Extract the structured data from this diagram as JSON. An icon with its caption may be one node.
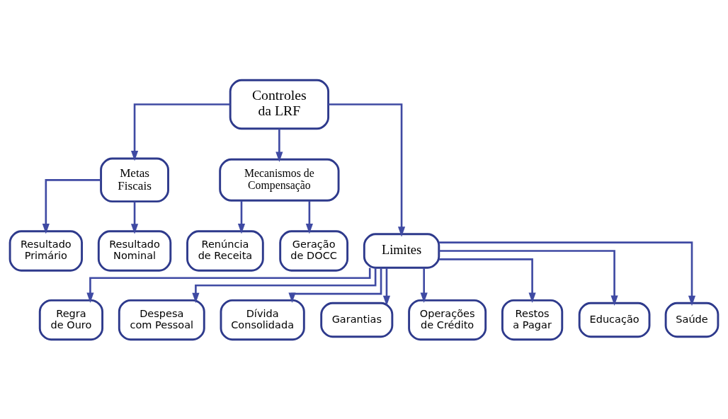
{
  "diagram": {
    "nodes": [
      {
        "text": [
          "Controles da LRF"
        ]
      },
      {
        "text": [
          "Metas Fiscais"
        ]
      },
      {
        "text": [
          "Mecanismos de Compensação"
        ]
      },
      {
        "text": [
          "Resultado Primário"
        ]
      },
      {
        "text": [
          "Resultado Nominal"
        ]
      },
      {
        "text": [
          "Renúncia de Receita"
        ]
      },
      {
        "text": [
          "Geração de DOCC"
        ]
      },
      {
        "text": [
          "Limites"
        ]
      },
      {
        "text": [
          "Regra de Ouro"
        ]
      },
      {
        "text": [
          "Despesa com Pessoal"
        ]
      },
      {
        "text": [
          "Dívida Consolidada"
        ]
      },
      {
        "text": [
          "Garantias"
        ]
      },
      {
        "text": [
          "Operações de Crédito"
        ]
      },
      {
        "text": [
          "Restos a Pagar"
        ]
      },
      {
        "text": [
          "Educação"
        ]
      },
      {
        "text": [
          "Saúde"
        ]
      }
    ],
    "edges": [
      {
        "from": 0,
        "to": 1,
        "arrow": "to"
      },
      {
        "from": 0,
        "to": 2,
        "arrow": "to"
      },
      {
        "from": 0,
        "to": 7,
        "arrow": "to"
      },
      {
        "from": 1,
        "to": 3,
        "arrow": "to"
      },
      {
        "from": 1,
        "to": 4,
        "arrow": "to"
      },
      {
        "from": 2,
        "to": 5,
        "arrow": "to"
      },
      {
        "from": 2,
        "to": 6,
        "arrow": "to"
      },
      {
        "from": 7,
        "to": 8,
        "arrow": "to"
      },
      {
        "from": 7,
        "to": 9,
        "arrow": "to"
      },
      {
        "from": 7,
        "to": 10,
        "arrow": "to"
      },
      {
        "from": 7,
        "to": 11,
        "arrow": "to"
      },
      {
        "from": 7,
        "to": 12,
        "arrow": "to"
      },
      {
        "from": 7,
        "to": 13,
        "arrow": "to"
      },
      {
        "from": 7,
        "to": 14,
        "arrow": "to"
      },
      {
        "from": 7,
        "to": 15,
        "arrow": "to"
      }
    ]
  }
}
